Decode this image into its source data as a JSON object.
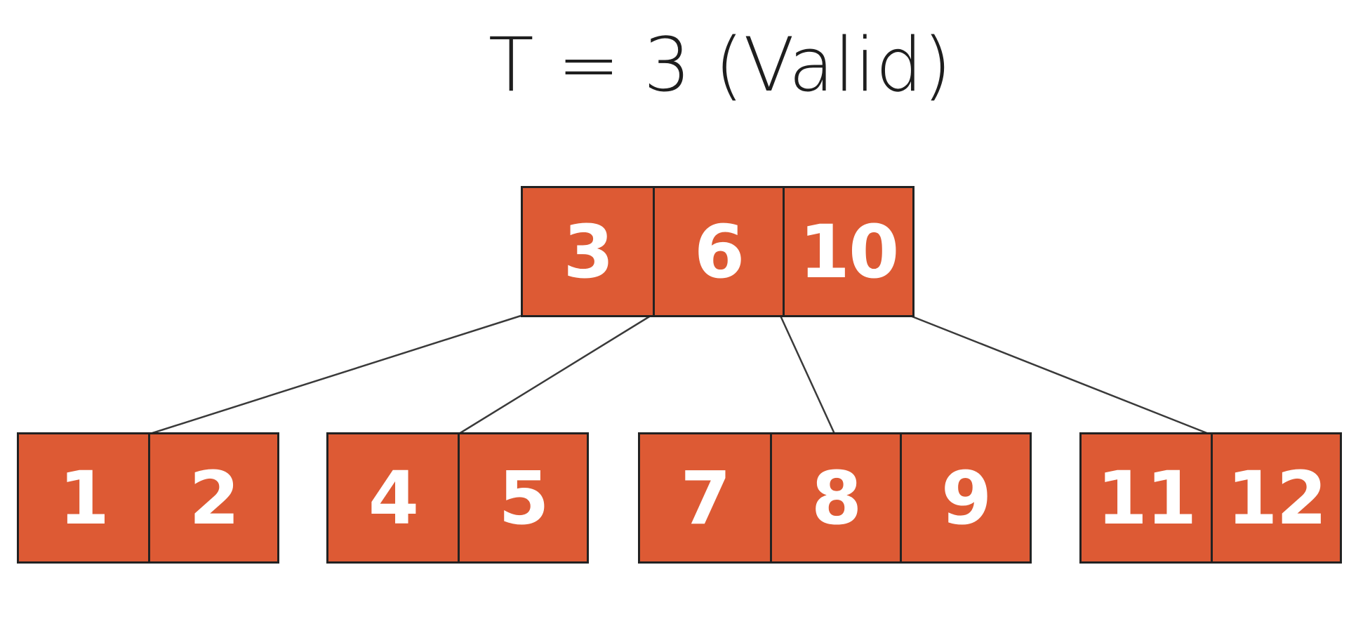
{
  "title": "T = 3 (Valid)",
  "colors": {
    "node_fill": "#dd5a34",
    "node_border": "#222222",
    "key_text": "#ffffff",
    "edge": "#3a3a3a",
    "title_text": "#1e1e1e"
  },
  "tree": {
    "root": {
      "keys": [
        "3",
        "6",
        "10"
      ]
    },
    "children": [
      {
        "keys": [
          "1",
          "2"
        ]
      },
      {
        "keys": [
          "4",
          "5"
        ]
      },
      {
        "keys": [
          "7",
          "8",
          "9"
        ]
      },
      {
        "keys": [
          "11",
          "12"
        ]
      }
    ]
  }
}
